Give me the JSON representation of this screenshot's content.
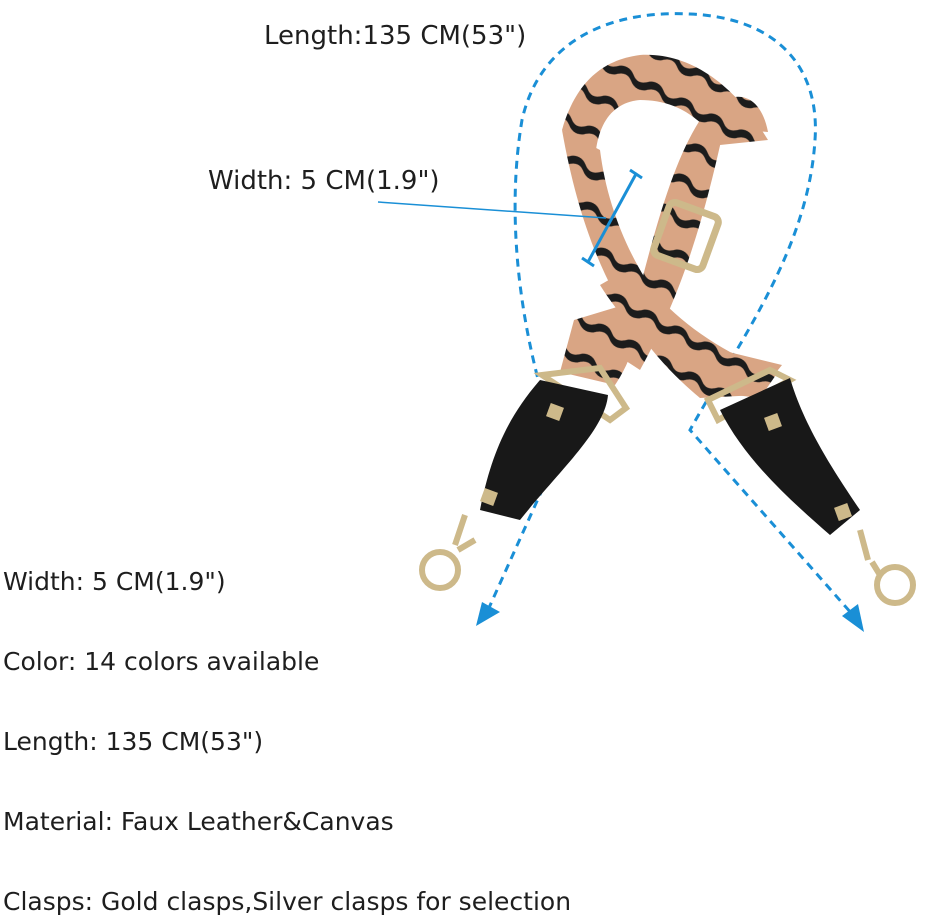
{
  "annotations": {
    "length_label": "Length:135 CM(53\")",
    "width_label": "Width: 5 CM(1.9\")"
  },
  "specs": [
    "Width: 5 CM(1.9\")",
    "Color: 14 colors available",
    "Length: 135 CM(53\")",
    "Material: Faux Leather&Canvas",
    "Clasps: Gold clasps,Silver clasps for selection"
  ],
  "colors": {
    "dimension_line": "#1a8fd6",
    "strap_tan": "#d9a584",
    "strap_stripe": "#1c1c1c",
    "leather": "#181818",
    "gold_hardware": "#cdb98a"
  }
}
